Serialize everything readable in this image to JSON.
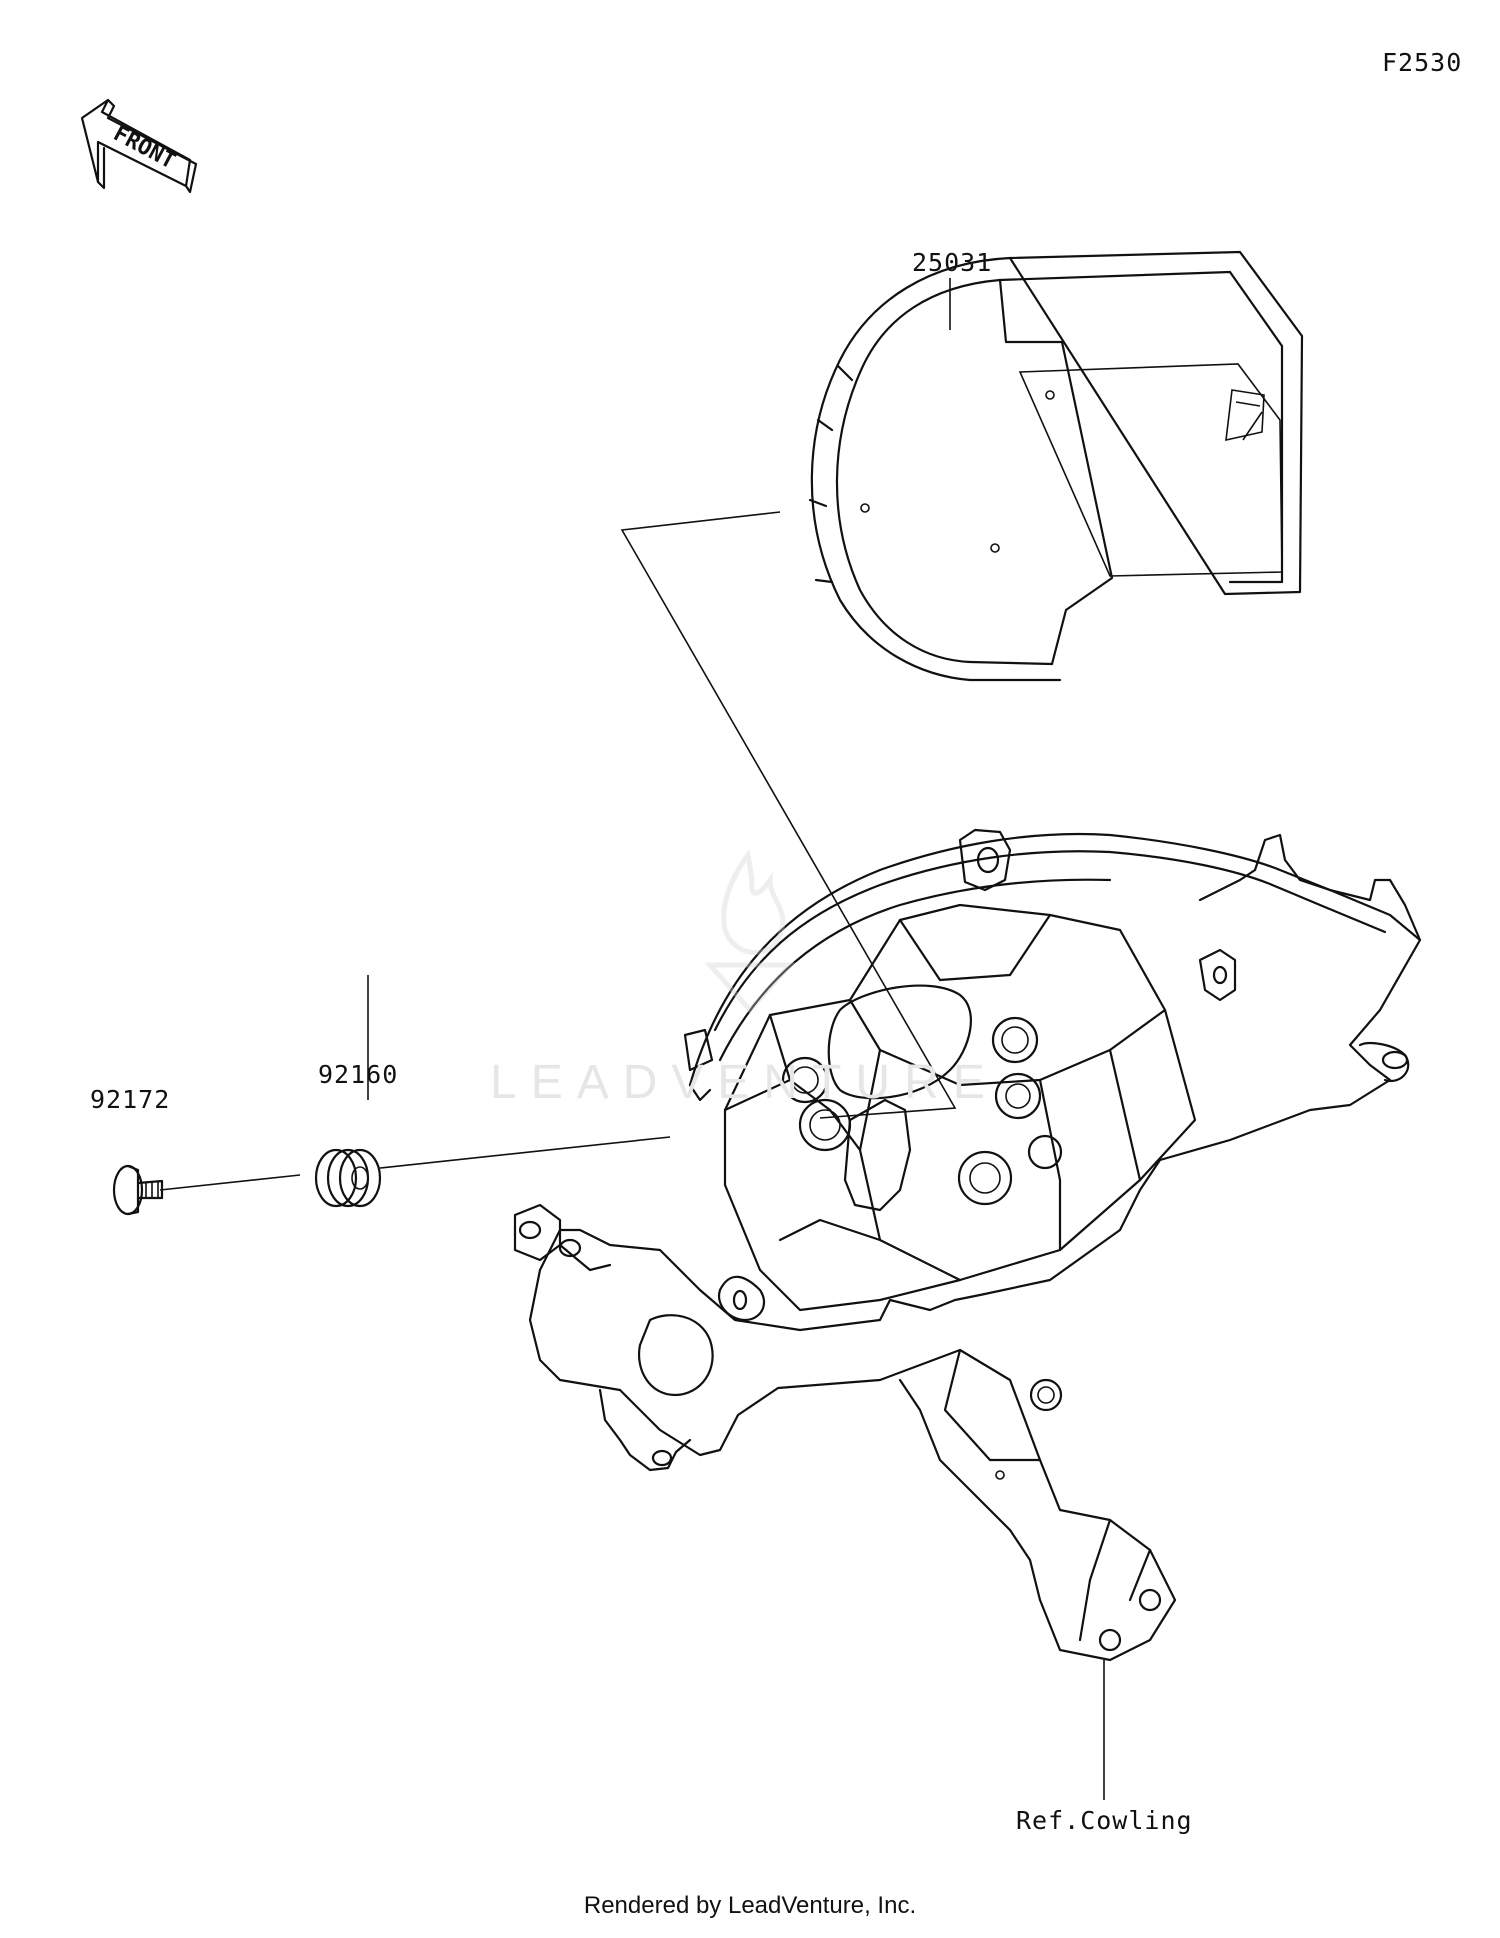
{
  "diagram_code": "F2530",
  "front_arrow_label": "FRONT",
  "parts": [
    {
      "number": "25031"
    },
    {
      "number": "92160"
    },
    {
      "number": "92172"
    }
  ],
  "reference_label": "Ref.Cowling",
  "watermark": "LEADVENTURE",
  "footer": "Rendered by LeadVenture, Inc.",
  "line_color": "#111111"
}
